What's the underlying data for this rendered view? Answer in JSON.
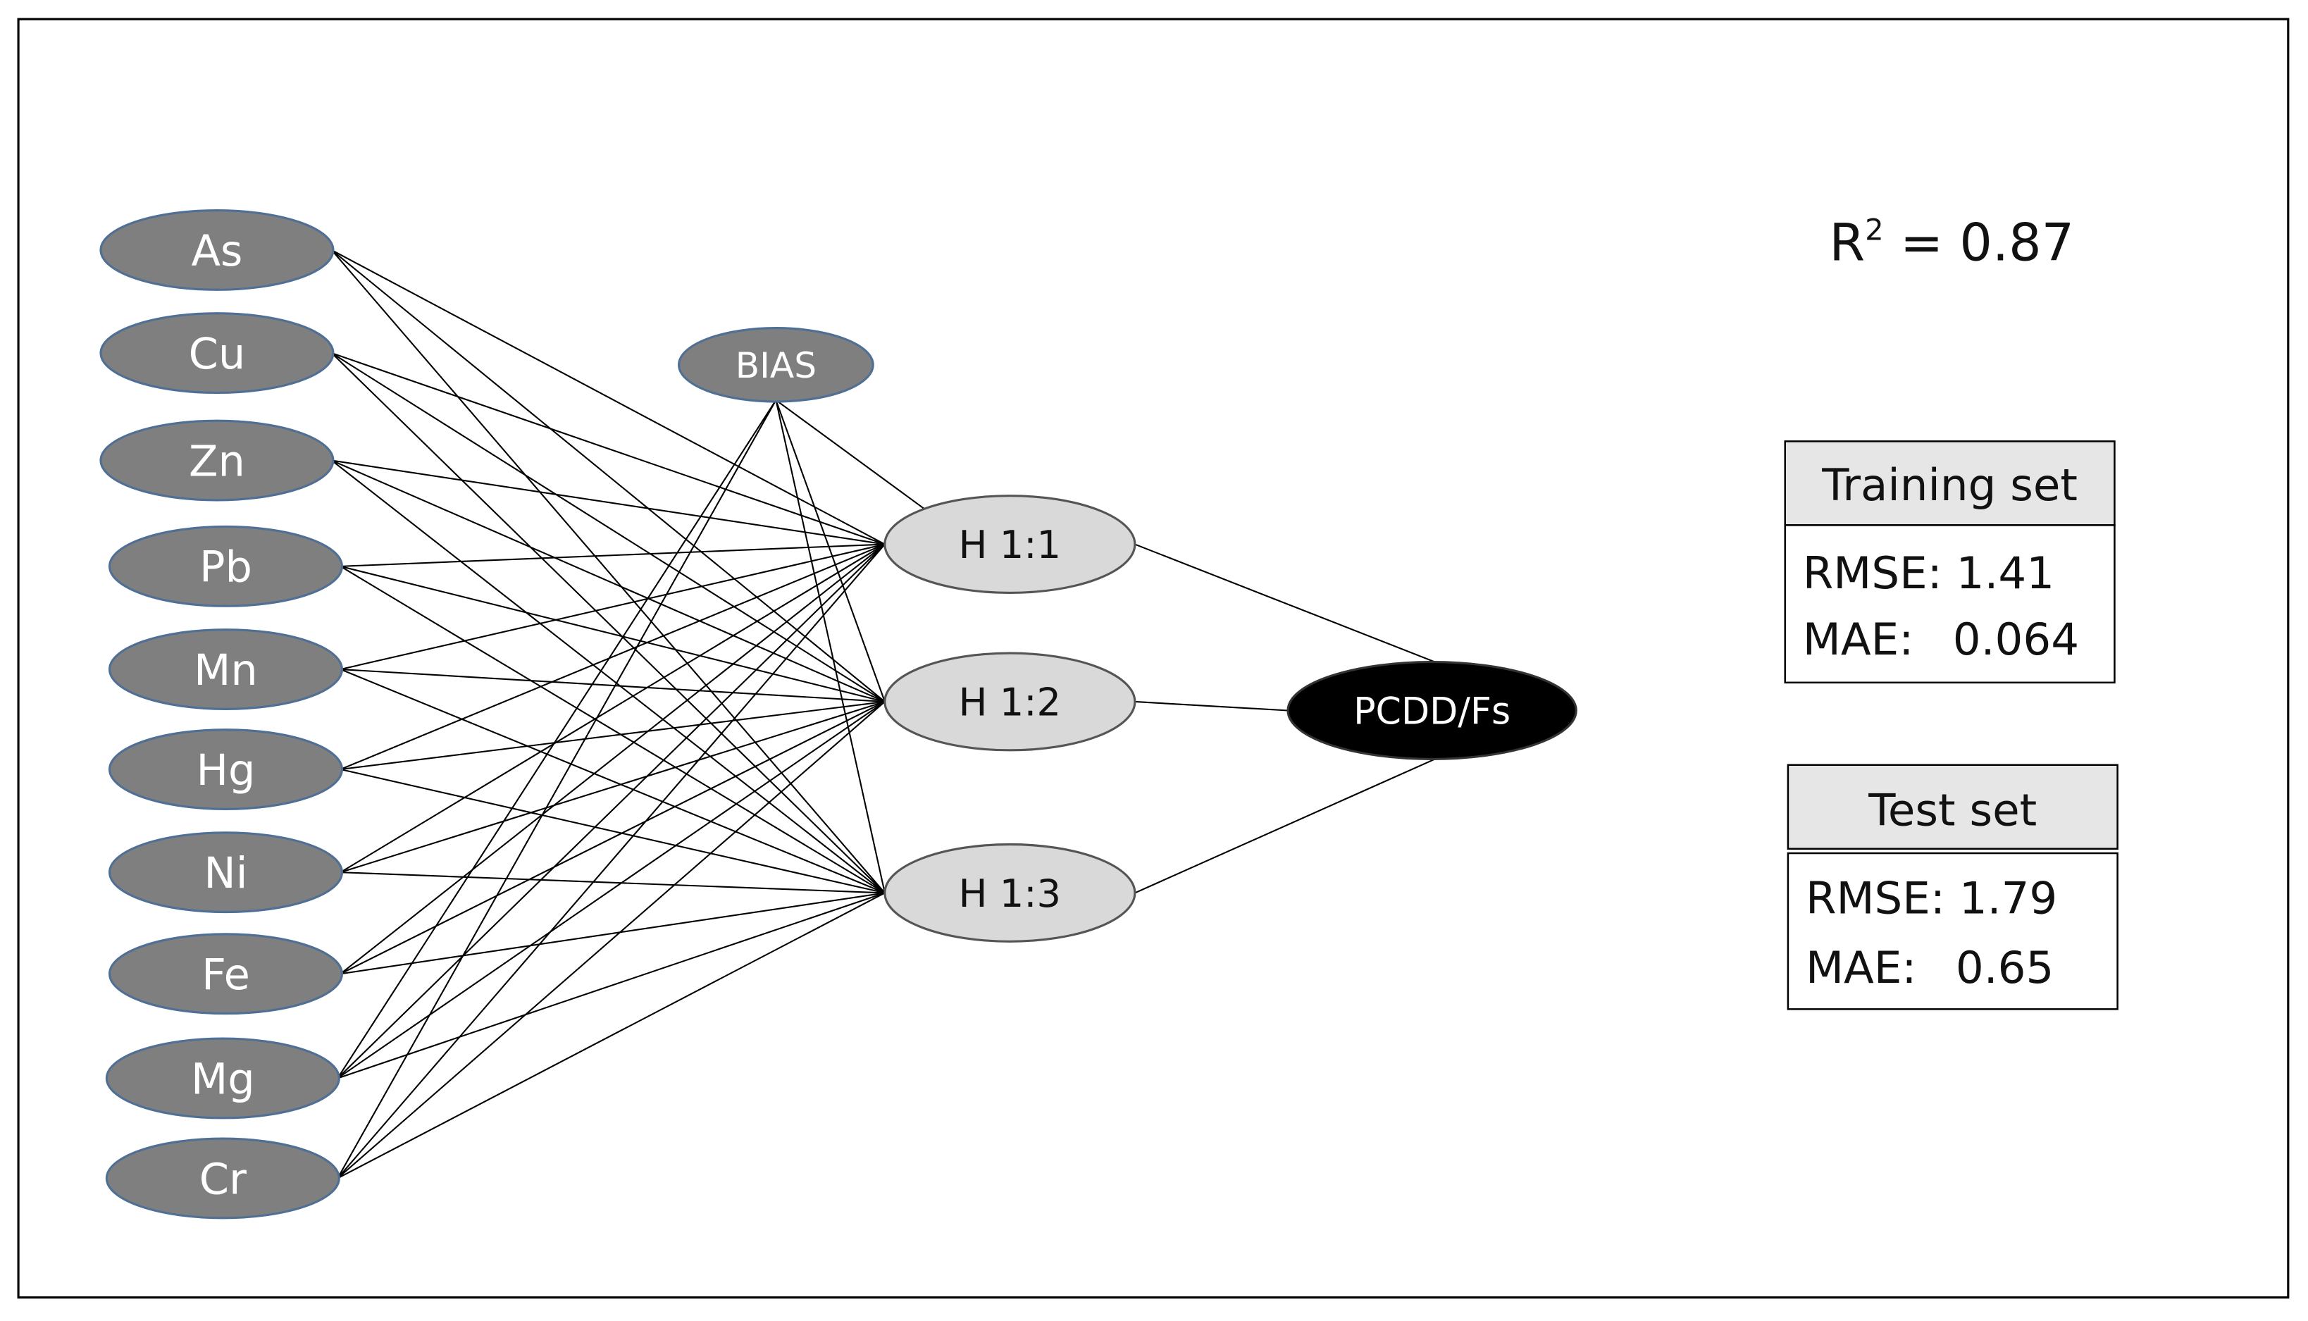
{
  "inputs": [
    "As",
    "Cu",
    "Zn",
    "Pb",
    "Mn",
    "Hg",
    "Ni",
    "Fe",
    "Mg",
    "Cr"
  ],
  "bias": "BIAS",
  "hidden": [
    "H 1:1",
    "H 1:2",
    "H 1:3"
  ],
  "output": "PCDD/Fs",
  "bias_extra_edges": [
    "Mg",
    "Cr"
  ],
  "r2": {
    "label": "R",
    "sup": "2",
    "value": " = 0.87"
  },
  "training": {
    "title": "Training set",
    "rmse": "RMSE: 1.41",
    "mae_label": "MAE:",
    "mae_value": "0.064"
  },
  "test": {
    "title": "Test set",
    "rmse": "RMSE: 1.79",
    "mae_label": "MAE:",
    "mae_value": "0.65"
  },
  "colors": {
    "input_fill": "#7f7f7f",
    "input_stroke": "#4f6f95",
    "hidden_fill": "#d9d9d9",
    "output_fill": "#000000",
    "header_fill": "#e6e6e6"
  }
}
